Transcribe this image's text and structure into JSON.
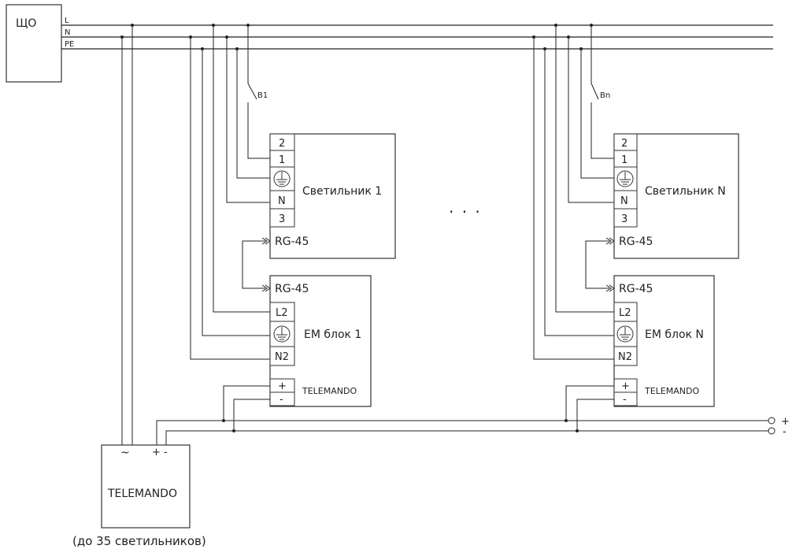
{
  "panel": {
    "label": "ЩО"
  },
  "bus": {
    "l": "L",
    "n": "N",
    "pe": "PE"
  },
  "switches": {
    "first": "B1",
    "last": "Bn"
  },
  "luminaire_1": {
    "title": "Светильник 1",
    "terminals": [
      "2",
      "1",
      "N",
      "3"
    ],
    "port": "RG-45"
  },
  "luminaire_n": {
    "title": "Светильник N",
    "terminals": [
      "2",
      "1",
      "N",
      "3"
    ],
    "port": "RG-45"
  },
  "em_block_1": {
    "title": "ЕМ блок 1",
    "port": "RG-45",
    "terminals": [
      "L2",
      "N2"
    ],
    "plus": "+",
    "minus": "-",
    "brand": "TELEMANDO"
  },
  "em_block_n": {
    "title": "ЕМ блок N",
    "port": "RG-45",
    "terminals": [
      "L2",
      "N2"
    ],
    "plus": "+",
    "minus": "-",
    "brand": "TELEMANDO"
  },
  "ellipsis": ". . .",
  "output": {
    "plus": "+",
    "minus": "-"
  },
  "controller": {
    "title": "TELEMANDO",
    "ac": "~",
    "dc": "+ -",
    "caption": "(до 35 светильников)"
  },
  "icons": {
    "ground": "ground-icon",
    "switch": "switch-icon",
    "connector": "arrow-connector-icon"
  }
}
